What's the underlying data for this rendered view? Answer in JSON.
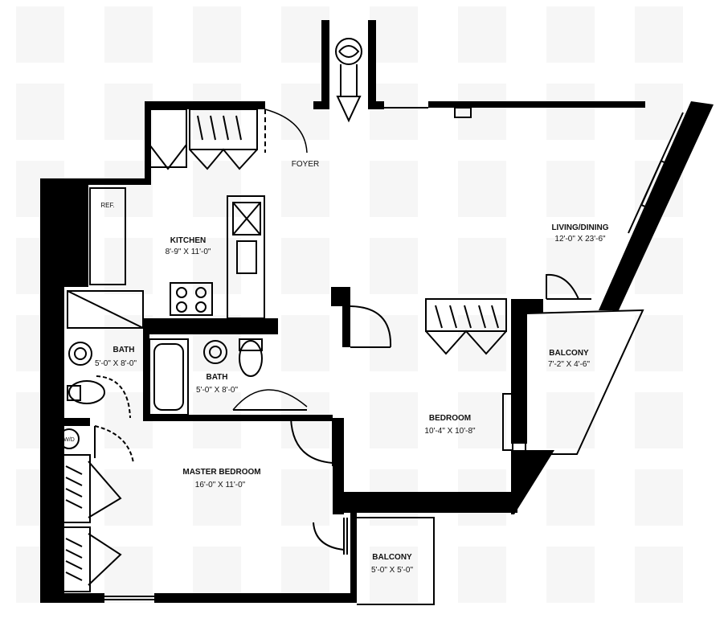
{
  "rooms": {
    "foyer": {
      "label": "FOYER"
    },
    "ref": {
      "label": "REF."
    },
    "kitchen": {
      "label": "KITCHEN",
      "dims": "8'-9\" X 11'-0\""
    },
    "living_dining": {
      "label": "LIVING/DINING",
      "dims": "12'-0\" X 23'-6\""
    },
    "balcony_1": {
      "label": "BALCONY",
      "dims": "7'-2\" X 4'-6\""
    },
    "bath_1": {
      "label": "BATH",
      "dims": "5'-0\" X 8'-0\""
    },
    "bath_2": {
      "label": "BATH",
      "dims": "5'-0\" X 8'-0\""
    },
    "bedroom": {
      "label": "BEDROOM",
      "dims": "10'-4\" X 10'-8\""
    },
    "master_bedroom": {
      "label": "MASTER BEDROOM",
      "dims": "16'-0\" X 11'-0\""
    },
    "balcony_2": {
      "label": "BALCONY",
      "dims": "5'-0\" X 5'-0\""
    },
    "washer_dryer": {
      "label": "W/D"
    }
  }
}
